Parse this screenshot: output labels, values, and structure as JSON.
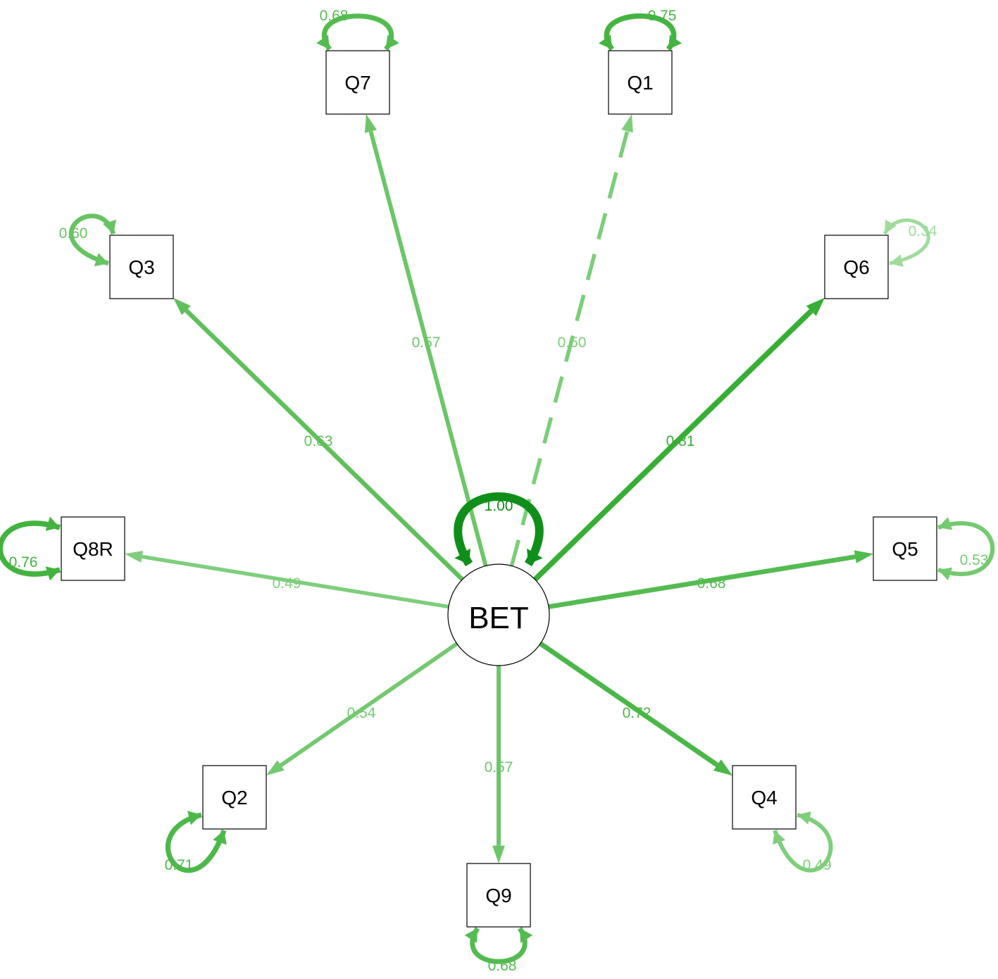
{
  "latent": {
    "label": "BET",
    "variance": "1.00",
    "color": "#0f8f1a"
  },
  "indicators": [
    {
      "id": "Q7",
      "label": "Q7",
      "loading": "0.57",
      "residual": "0.68",
      "dashed": false
    },
    {
      "id": "Q1",
      "label": "Q1",
      "loading": "0.50",
      "residual": "0.75",
      "dashed": true
    },
    {
      "id": "Q3",
      "label": "Q3",
      "loading": "0.63",
      "residual": "0.60",
      "dashed": false
    },
    {
      "id": "Q6",
      "label": "Q6",
      "loading": "0.81",
      "residual": "0.34",
      "dashed": false
    },
    {
      "id": "Q8R",
      "label": "Q8R",
      "loading": "0.49",
      "residual": "0.76",
      "dashed": false
    },
    {
      "id": "Q5",
      "label": "Q5",
      "loading": "0.68",
      "residual": "0.53",
      "dashed": false
    },
    {
      "id": "Q2",
      "label": "Q2",
      "loading": "0.54",
      "residual": "0.71",
      "dashed": false
    },
    {
      "id": "Q9",
      "label": "Q9",
      "loading": "0.57",
      "residual": "0.68",
      "dashed": false
    },
    {
      "id": "Q4",
      "label": "Q4",
      "loading": "0.72",
      "residual": "0.49",
      "dashed": false
    }
  ]
}
